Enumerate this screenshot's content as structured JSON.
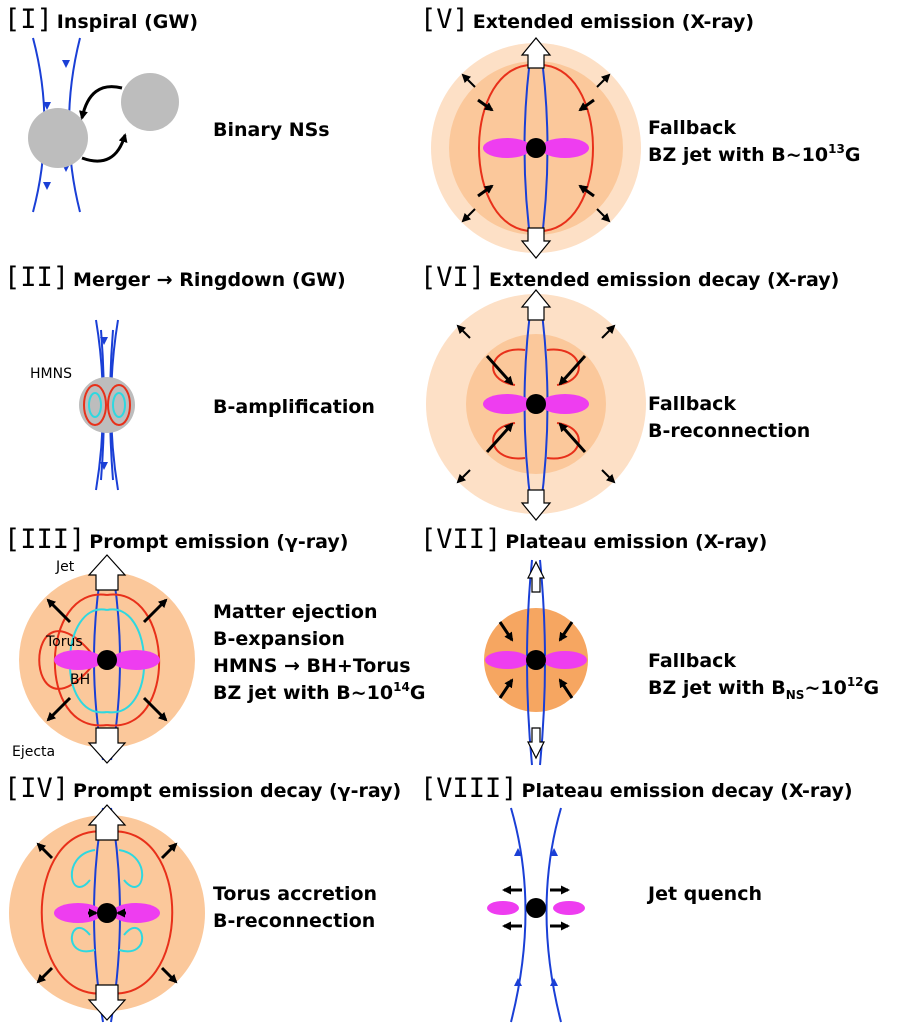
{
  "colors": {
    "field_blue": "#1a3fd6",
    "field_red": "#e8301a",
    "field_cyan": "#2ed8e0",
    "ns_grey": "#bdbdbd",
    "torus_magenta": "#ee3df0",
    "ejecta_outer": "#fde0c6",
    "ejecta_mid": "#fbc89b",
    "ejecta_inner": "#f6a661"
  },
  "panels": {
    "p1": {
      "num": "[I]",
      "title": "Inspiral (GW)",
      "desc": [
        "Binary NSs"
      ]
    },
    "p2": {
      "num": "[II]",
      "title": "Merger → Ringdown (GW)",
      "desc": [
        "B-amplification"
      ],
      "label_hmns": "HMNS"
    },
    "p3": {
      "num": "[III]",
      "title": "Prompt emission (γ-ray)",
      "desc": [
        "Matter ejection",
        "B-expansion",
        "HMNS → BH+Torus"
      ],
      "desc_bz_pre": "BZ jet with B~10",
      "desc_bz_exp": "14",
      "desc_bz_post": "G",
      "label_jet": "Jet",
      "label_torus": "Torus",
      "label_bh": "BH",
      "label_ejecta": "Ejecta"
    },
    "p4": {
      "num": "[IV]",
      "title": "Prompt emission decay (γ-ray)",
      "desc": [
        "Torus accretion",
        "B-reconnection"
      ]
    },
    "p5": {
      "num": "[V]",
      "title": "Extended emission (X-ray)",
      "desc": [
        "Fallback"
      ],
      "desc_bz_pre": "BZ jet with B~10",
      "desc_bz_exp": "13",
      "desc_bz_post": "G"
    },
    "p6": {
      "num": "[VI]",
      "title": "Extended emission decay (X-ray)",
      "desc": [
        "Fallback",
        "B-reconnection"
      ]
    },
    "p7": {
      "num": "[VII]",
      "title": "Plateau emission (X-ray)",
      "desc": [
        "Fallback"
      ],
      "desc_bz_pre": "BZ jet with B",
      "desc_bz_sub": "NS",
      "desc_bz_mid": "~10",
      "desc_bz_exp": "12",
      "desc_bz_post": "G"
    },
    "p8": {
      "num": "[VIII]",
      "title": "Plateau emission decay (X-ray)",
      "desc": [
        "Jet quench"
      ]
    }
  }
}
